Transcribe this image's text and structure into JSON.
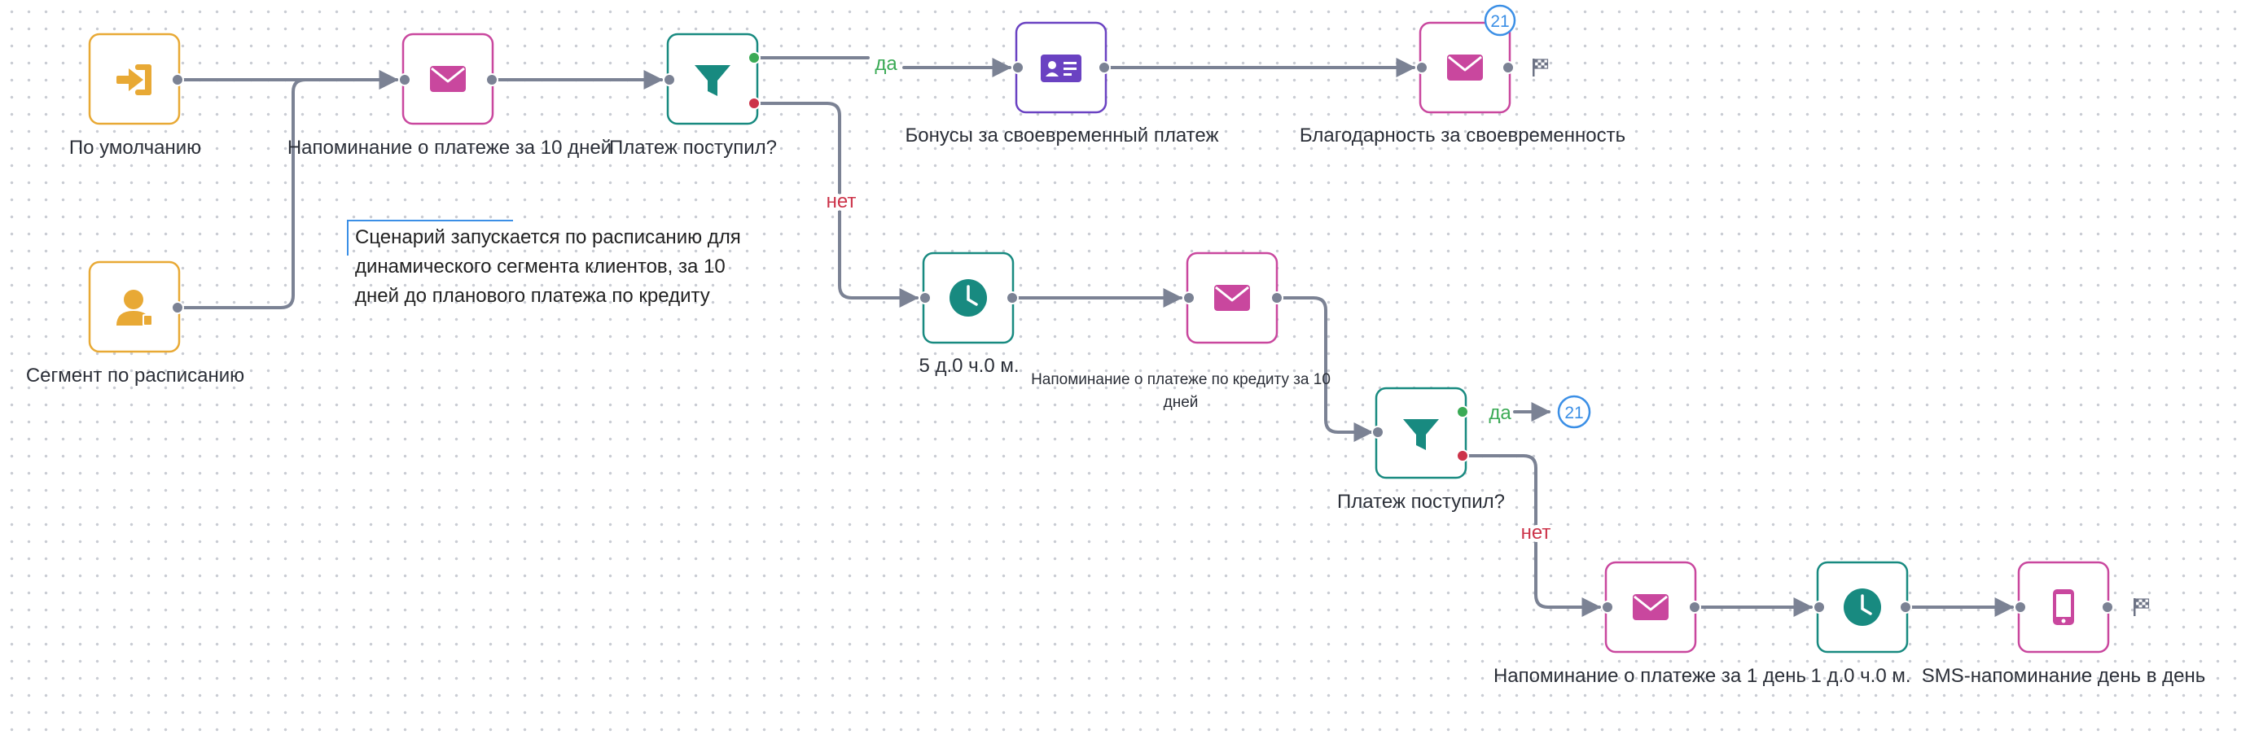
{
  "colors": {
    "edge": "#7b8294",
    "port": "#7b8294",
    "yes": "#3aaa55",
    "no": "#cc3349",
    "trigger": "#e8a935",
    "email": "#c9479e",
    "filter": "#188a80",
    "bonus": "#6a42c2",
    "badge": "#3b8fe6"
  },
  "nodes": {
    "default_trigger": {
      "label": "По умолчанию",
      "icon": "login-icon"
    },
    "segment_trigger": {
      "label": "Сегмент по расписанию",
      "icon": "user-icon"
    },
    "reminder_10": {
      "label": "Напоминание о платеже за 10 дней",
      "icon": "envelope-icon"
    },
    "payment_check_1": {
      "label": "Платеж поступил?",
      "icon": "filter-icon"
    },
    "bonus": {
      "label": "Бонусы за своевременный платеж",
      "icon": "id-card-icon"
    },
    "thanks": {
      "label": "Благодарность за своевременность",
      "icon": "envelope-icon"
    },
    "wait_5": {
      "label": "5 д.0 ч.0 м.",
      "icon": "clock-icon"
    },
    "credit_reminder": {
      "label": "Напоминание о платеже по кредиту за 10 дней",
      "icon": "envelope-icon"
    },
    "payment_check_2": {
      "label": "Платеж поступил?",
      "icon": "filter-icon"
    },
    "reminder_1": {
      "label": "Напоминание о платеже за 1 день",
      "icon": "envelope-icon"
    },
    "wait_1": {
      "label": "1 д.0 ч.0 м.",
      "icon": "clock-icon"
    },
    "sms": {
      "label": "SMS-напоминание день в день",
      "icon": "phone-icon"
    }
  },
  "edge_labels": {
    "yes": "да",
    "no": "нет"
  },
  "badges": {
    "thanks_count": "21",
    "jump_target": "21"
  },
  "note": "Сценарий запускается по расписанию для динамического сегмента клиентов, за 10 дней до планового платежа по кредиту",
  "icons": {
    "finish": "finish-flag-icon"
  }
}
